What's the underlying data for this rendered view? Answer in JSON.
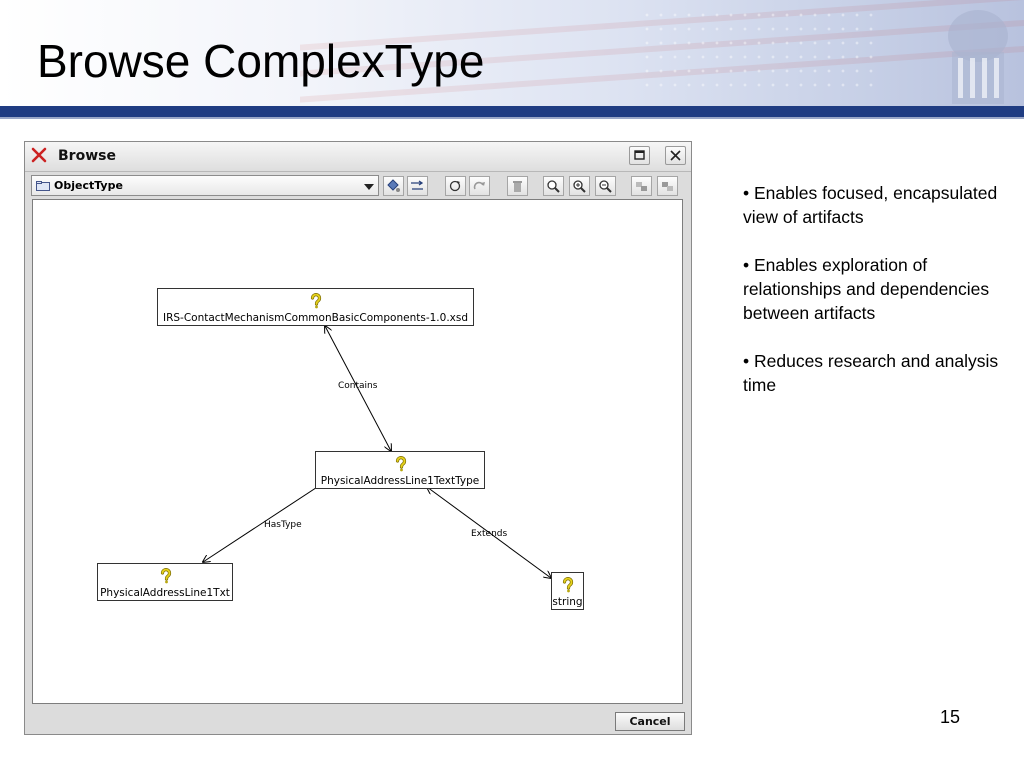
{
  "slide": {
    "title": "Browse ComplexType",
    "page_number": "15",
    "bullets": [
      "• Enables focused, encapsulated view of artifacts",
      "• Enables exploration of relationships and dependencies between artifacts",
      "• Reduces research and analysis time"
    ]
  },
  "window": {
    "title": "Browse",
    "icons": {
      "close": "x-icon",
      "maximize": "maximize-icon",
      "close_button": "close-icon"
    },
    "toolbar": {
      "select_value": "ObjectType",
      "tools": [
        "pin-icon",
        "relation-arrow-icon",
        "refresh-icon",
        "redo-icon",
        "trash-icon",
        "zoom-fit-icon",
        "zoom-in-icon",
        "zoom-out-icon",
        "expand-icon",
        "collapse-icon"
      ]
    },
    "cancel_label": "Cancel"
  },
  "graph": {
    "nodes": [
      {
        "id": "n1",
        "label": "IRS-ContactMechanismCommonBasicComponents-1.0.xsd",
        "icon": "question-icon"
      },
      {
        "id": "n2",
        "label": "PhysicalAddressLine1TextType",
        "icon": "question-icon"
      },
      {
        "id": "n3",
        "label": "PhysicalAddressLine1Txt",
        "icon": "question-icon"
      },
      {
        "id": "n4",
        "label": "string",
        "icon": "question-icon"
      }
    ],
    "edges": [
      {
        "from": "n1",
        "to": "n2",
        "label": "Contains"
      },
      {
        "from": "n2",
        "to": "n3",
        "label": "HasType"
      },
      {
        "from": "n2",
        "to": "n4",
        "label": "Extends"
      }
    ]
  },
  "colors": {
    "banner_bar": "#1f3c82",
    "close_x": "#cc2222",
    "question_icon": "#e6d21c"
  }
}
